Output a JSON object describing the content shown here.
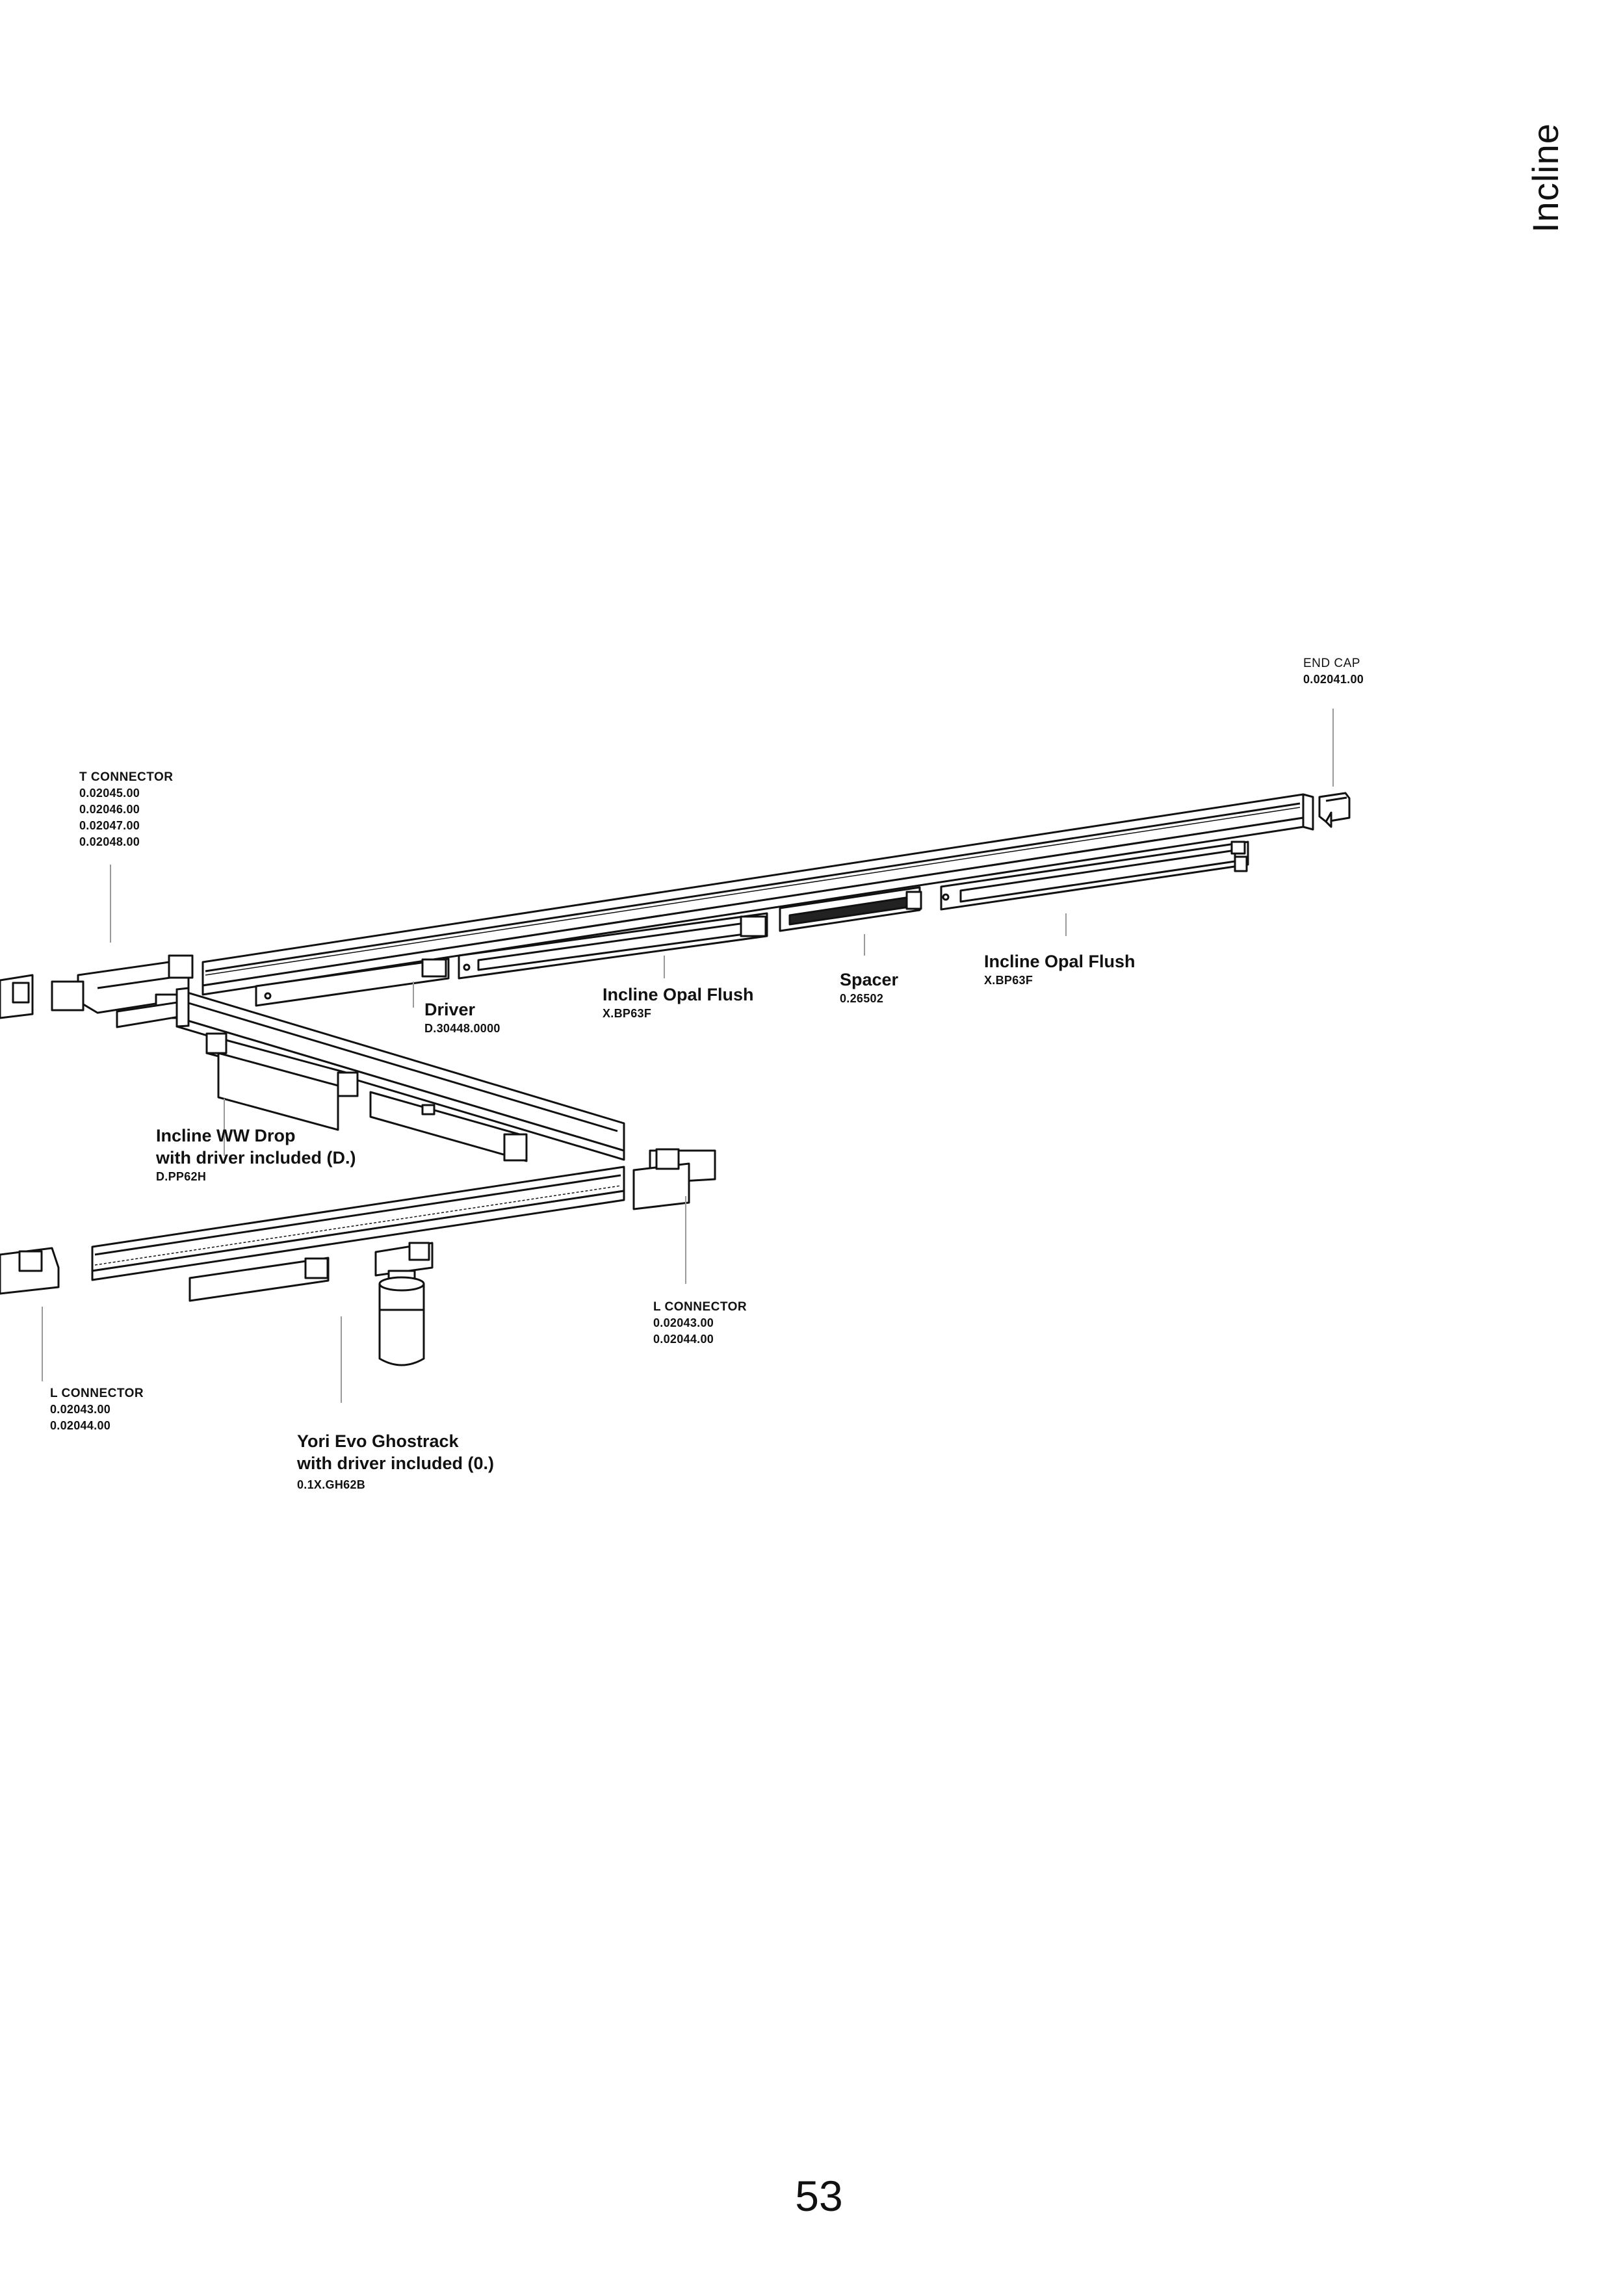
{
  "section_title": "Incline",
  "page_number": "53",
  "components": {
    "end_cap": {
      "title": "END CAP",
      "codes": [
        "0.02041.00"
      ]
    },
    "t_connector": {
      "title": "T CONNECTOR",
      "codes": [
        "0.02045.00",
        "0.02046.00",
        "0.02047.00",
        "0.02048.00"
      ]
    },
    "driver": {
      "name": "Driver",
      "code": "D.30448.0000"
    },
    "incline_opal_flush_1": {
      "name": "Incline Opal Flush",
      "code": "X.BP63F"
    },
    "spacer": {
      "name": "Spacer",
      "code": "0.26502"
    },
    "incline_opal_flush_2": {
      "name": "Incline Opal Flush",
      "code": "X.BP63F"
    },
    "incline_ww_drop": {
      "name_line1": "Incline WW Drop",
      "name_line2": "with driver included (D.)",
      "code": "D.PP62H"
    },
    "l_connector_right": {
      "title": "L CONNECTOR",
      "codes": [
        "0.02043.00",
        "0.02044.00"
      ]
    },
    "l_connector_left": {
      "title": "L CONNECTOR",
      "codes": [
        "0.02043.00",
        "0.02044.00"
      ]
    },
    "yori_evo": {
      "name_line1": "Yori Evo Ghostrack",
      "name_line2": "with driver included (0.)",
      "code": "0.1X.GH62B"
    }
  },
  "colors": {
    "ink": "#111111",
    "leader": "#9a9a9a",
    "fill": "#ffffff"
  }
}
